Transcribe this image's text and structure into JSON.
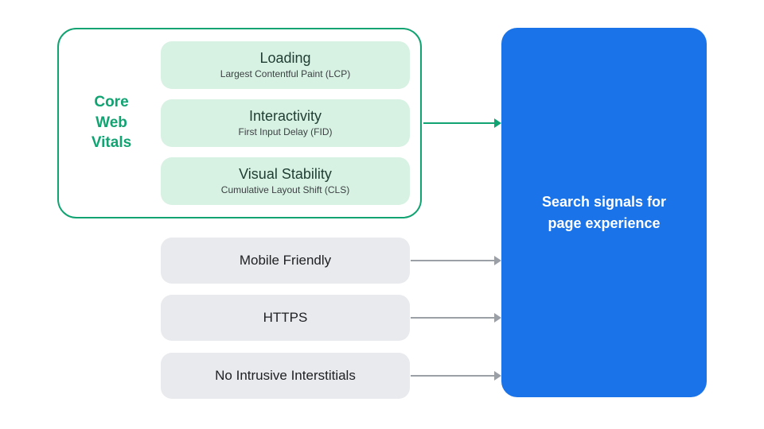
{
  "core_web_vitals": {
    "label": "Core Web Vitals",
    "items": [
      {
        "title": "Loading",
        "subtitle": "Largest Contentful Paint (LCP)"
      },
      {
        "title": "Interactivity",
        "subtitle": "First Input Delay (FID)"
      },
      {
        "title": "Visual Stability",
        "subtitle": "Cumulative Layout Shift (CLS)"
      }
    ]
  },
  "other_signals": [
    {
      "label": "Mobile Friendly"
    },
    {
      "label": "HTTPS"
    },
    {
      "label": "No Intrusive Interstitials"
    }
  ],
  "result_box": {
    "label": "Search signals for page experience"
  },
  "colors": {
    "teal_accent": "#12A373",
    "mint_fill": "#D7F2E3",
    "dark_green_text": "#1F3D32",
    "gray_fill": "#E8EAED",
    "gray_arrow": "#9AA0A6",
    "dark_text": "#202124",
    "blue_fill": "#1A73E8",
    "white_text": "#FFFFFF"
  }
}
